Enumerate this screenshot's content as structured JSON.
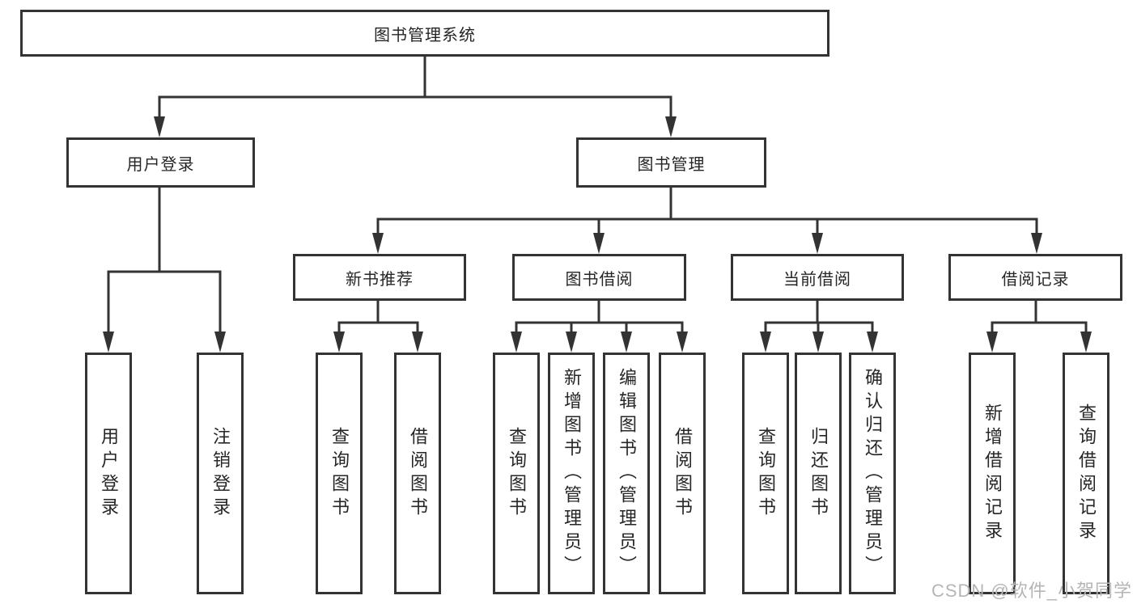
{
  "colors": {
    "line": "#333333",
    "box_border": "#333333",
    "text": "#262626",
    "watermark": "#b5b5b5",
    "background": "#ffffff"
  },
  "diagram": {
    "root": {
      "label": "图书管理系统"
    },
    "level2": [
      {
        "label": "用户登录"
      },
      {
        "label": "图书管理"
      }
    ],
    "level3": [
      {
        "label": "新书推荐"
      },
      {
        "label": "图书借阅"
      },
      {
        "label": "当前借阅"
      },
      {
        "label": "借阅记录"
      }
    ],
    "leaves": {
      "user_login": [
        "用户登录",
        "注销登录"
      ],
      "new_book_recommend": [
        "查询图书",
        "借阅图书"
      ],
      "book_borrow": [
        "查询图书",
        "新增图书（管理员）",
        "编辑图书（管理员）",
        "借阅图书"
      ],
      "current_borrow": [
        "查询图书",
        "归还图书",
        "确认归还（管理员）"
      ],
      "borrow_records": [
        "新增借阅记录",
        "查询借阅记录"
      ]
    }
  },
  "watermark": {
    "text": "CSDN @软件_小贺同学"
  }
}
